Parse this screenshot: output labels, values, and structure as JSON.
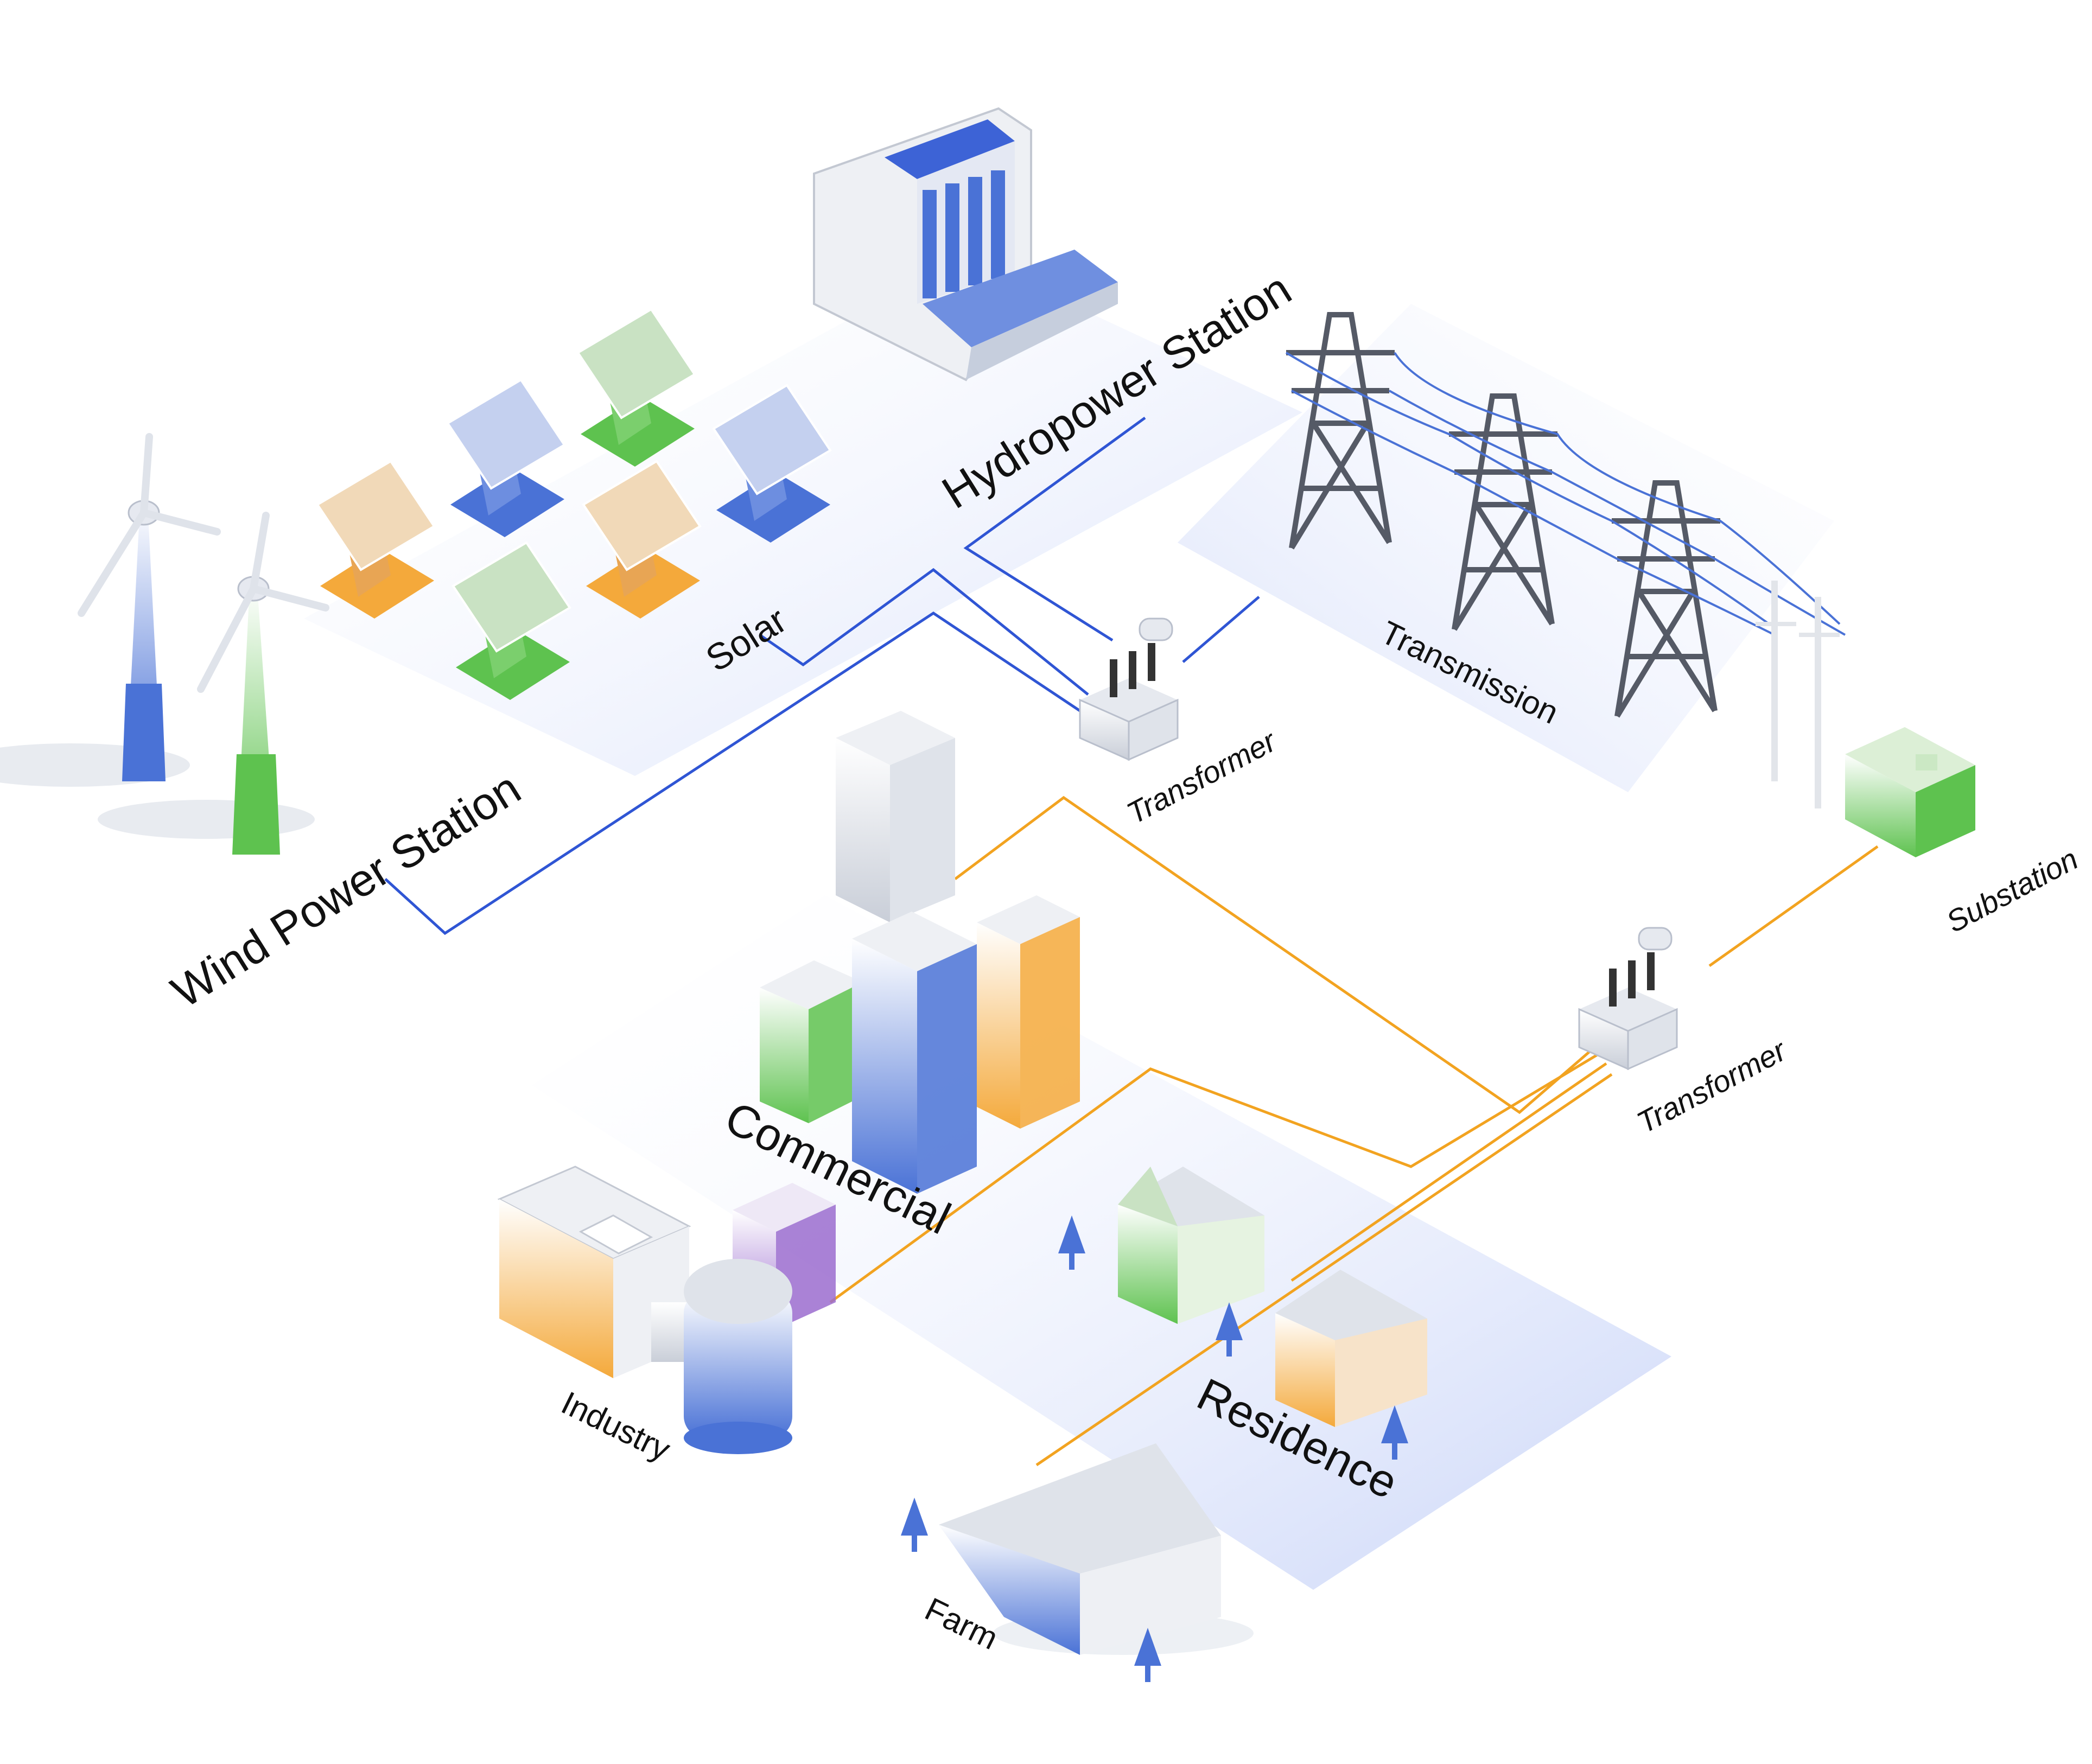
{
  "labels": {
    "hydropower": "Hydropower Station",
    "solar": "Solar",
    "wind": "Wind Power Station",
    "transformer_top": "Transformer",
    "transmission": "Transmission",
    "substation": "Substation",
    "transformer_bottom": "Transformer",
    "commercial": "Commercial",
    "industry": "Industry",
    "residence": "Residence",
    "farm": "Farm"
  },
  "colors": {
    "generation_line": "#2f55d4",
    "distribution_line": "#f2a320",
    "blue": "#4a72d6",
    "green": "#5ec24f",
    "orange": "#f4a93b",
    "purple": "#9b6ccf",
    "steel": "#555a66",
    "platform": "#d9e1fb"
  }
}
